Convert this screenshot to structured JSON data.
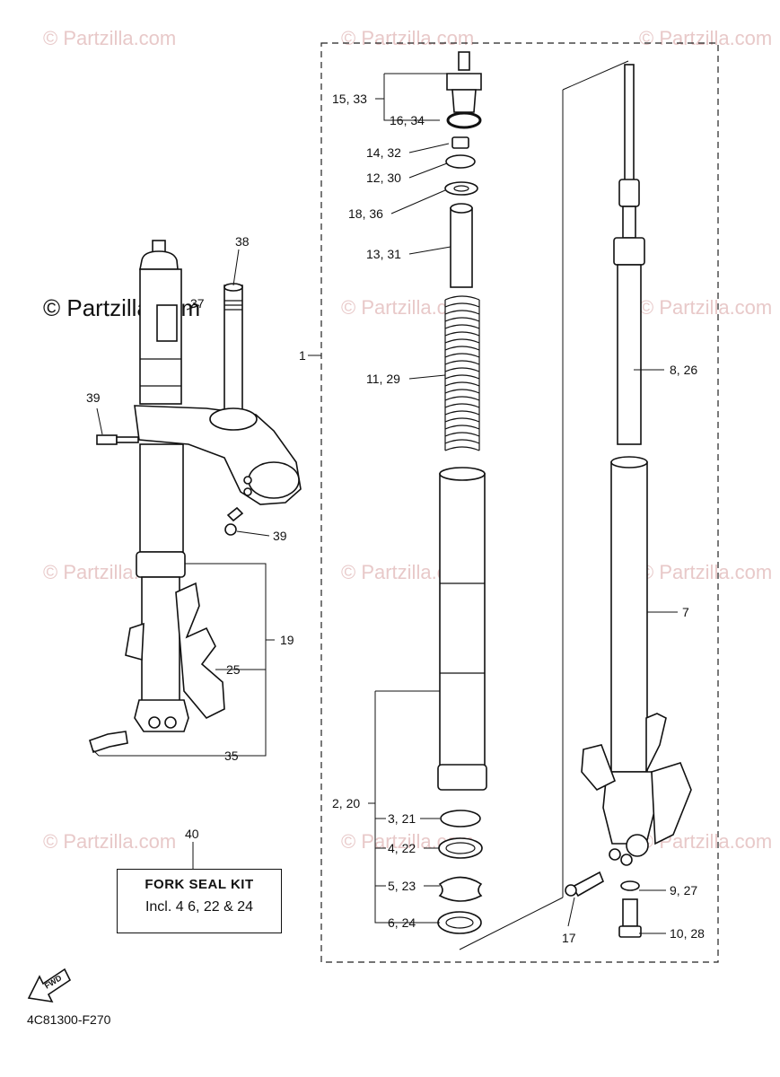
{
  "watermark": {
    "small": "© Partzilla.com",
    "large": "© Partzilla.com"
  },
  "callouts": {
    "c1": "1",
    "c15_33": "15, 33",
    "c16_34": "16, 34",
    "c14_32": "14, 32",
    "c12_30": "12, 30",
    "c18_36": "18, 36",
    "c13_31": "13, 31",
    "c11_29": "11, 29",
    "c8_26": "8, 26",
    "c7": "7",
    "c2_20": "2, 20",
    "c3_21": "3, 21",
    "c4_22": "4, 22",
    "c5_23": "5, 23",
    "c6_24": "6, 24",
    "c9_27": "9, 27",
    "c10_28": "10, 28",
    "c17": "17",
    "c37": "37",
    "c38": "38",
    "c39a": "39",
    "c39b": "39",
    "c19": "19",
    "c25": "25",
    "c35": "35",
    "c40": "40"
  },
  "seal_kit": {
    "title": "FORK SEAL KIT",
    "body": "Incl. 4 6, 22 & 24"
  },
  "fwd_label": "FWD",
  "diagram_code": "4C81300-F270"
}
